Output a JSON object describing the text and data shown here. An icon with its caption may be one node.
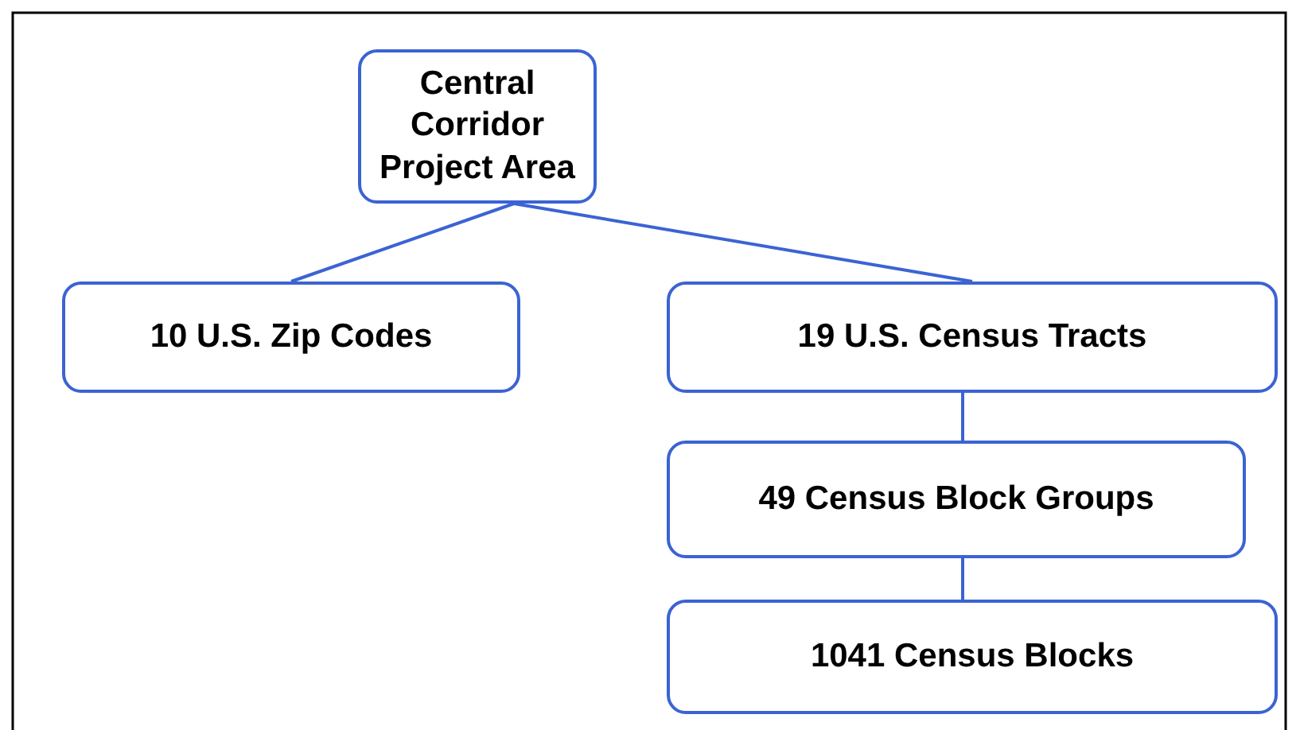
{
  "diagram": {
    "nodes": [
      {
        "text": [
          "Central Corridor Project Area"
        ]
      },
      {
        "text": [
          "10 U.S. Zip Codes"
        ]
      },
      {
        "text": [
          "19 U.S. Census Tracts"
        ]
      },
      {
        "text": [
          "49 Census Block Groups"
        ]
      },
      {
        "text": [
          "1041 Census Blocks"
        ]
      }
    ],
    "edges": [
      {
        "from": 0,
        "to": 1,
        "arrow": "none"
      },
      {
        "from": 0,
        "to": 2,
        "arrow": "none"
      },
      {
        "from": 2,
        "to": 3,
        "arrow": "none"
      },
      {
        "from": 3,
        "to": 4,
        "arrow": "none"
      }
    ]
  }
}
